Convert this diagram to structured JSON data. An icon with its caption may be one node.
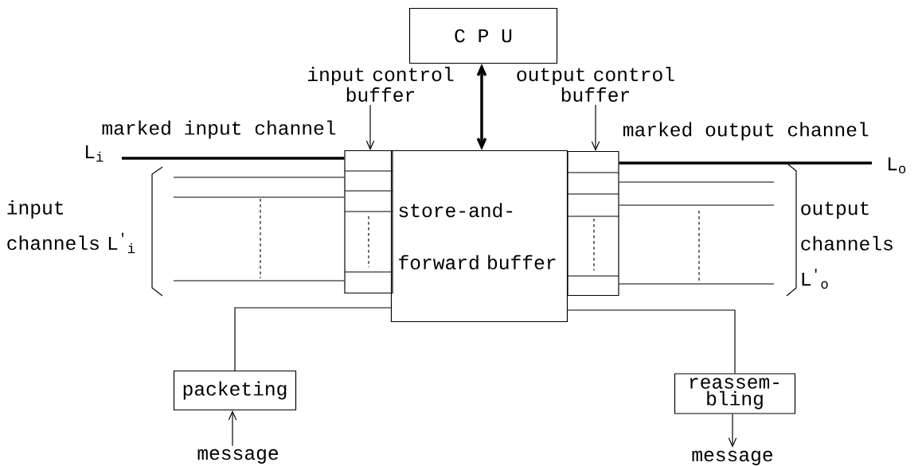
{
  "diagram": {
    "nodes": [
      {
        "text": [
          "C P U"
        ]
      },
      {
        "text": [],
        "shape": "box"
      },
      {
        "text": [
          "store-and-forward buffer"
        ]
      },
      {
        "text": [],
        "shape": "box"
      },
      {
        "text": [
          "packeting"
        ]
      },
      {
        "text": [
          "reassem- bling"
        ]
      },
      {
        "text": [
          "message"
        ]
      },
      {
        "text": [
          "message"
        ]
      },
      {
        "text": [
          "input control buffer"
        ]
      },
      {
        "text": [
          "output control buffer"
        ]
      }
    ],
    "edges": [
      {
        "from": 0,
        "to": 2,
        "arrow": "both",
        "style": "thick"
      },
      {
        "from": 8,
        "to": 1,
        "arrow": "to"
      },
      {
        "from": 9,
        "to": 3,
        "arrow": "to"
      },
      {
        "from": null,
        "to": 1,
        "arrow": "none",
        "style": "thick"
      },
      {
        "from": null,
        "to": 1,
        "arrow": "none"
      },
      {
        "from": null,
        "to": 1,
        "arrow": "none"
      },
      {
        "from": null,
        "to": 1,
        "arrow": "none"
      },
      {
        "from": 3,
        "to": null,
        "arrow": "none",
        "style": "thick"
      },
      {
        "from": 3,
        "to": null,
        "arrow": "none"
      },
      {
        "from": 3,
        "to": null,
        "arrow": "none"
      },
      {
        "from": 3,
        "to": null,
        "arrow": "none"
      },
      {
        "from": 4,
        "to": 2,
        "arrow": "none"
      },
      {
        "from": 2,
        "to": 5,
        "arrow": "none"
      },
      {
        "from": 6,
        "to": 4,
        "arrow": "to"
      },
      {
        "from": 5,
        "to": 7,
        "arrow": "to"
      }
    ],
    "labels": [
      "marked input channel",
      "marked output channel",
      "L$_{i}$",
      "L$_{o}$",
      "input channels L$^{'}$$_{i}$",
      "output channels L$^{'}$$_{o}$"
    ]
  }
}
